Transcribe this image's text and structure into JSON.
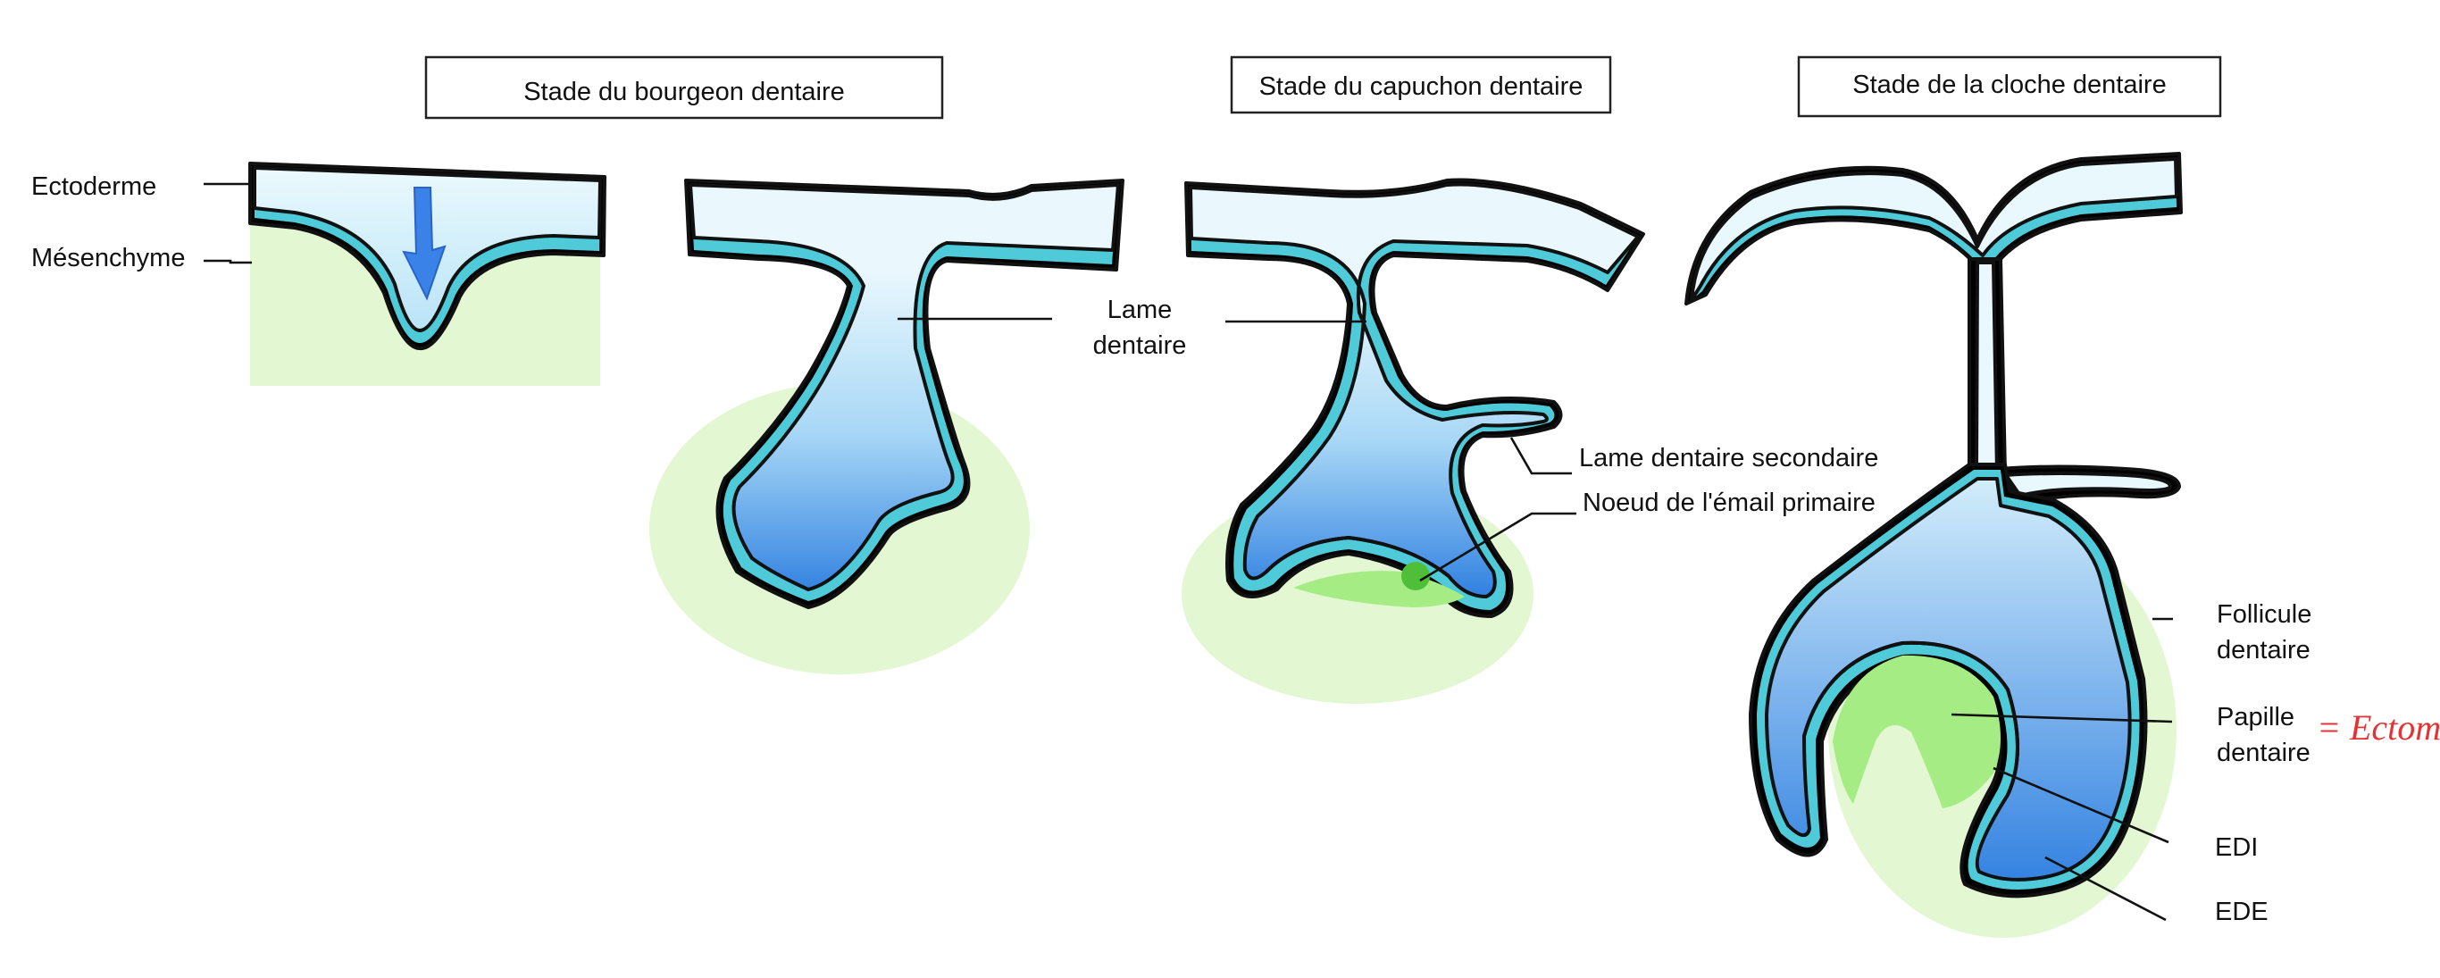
{
  "titles": {
    "bud": "Stade du bourgeon dentaire",
    "cap": "Stade du capuchon dentaire",
    "bell": "Stade de la cloche dentaire"
  },
  "labels": {
    "ectoderme": "Ectoderme",
    "mesenchyme": "Mésenchyme",
    "lame_line1": "Lame",
    "lame_line2": "dentaire",
    "lame_secondaire": "Lame dentaire secondaire",
    "noeud": "Noeud de l'émail primaire",
    "follicule_line1": "Follicule",
    "follicule_line2": "dentaire",
    "papille_line1": "Papille",
    "papille_line2": "dentaire",
    "edi": "EDI",
    "ede": "EDE"
  },
  "annotation": {
    "handwritten": "= Ectomés"
  },
  "colors": {
    "ectoderm_light": "#e8f8fd",
    "ectoderm_dark": "#2e7fe0",
    "epithelium_cyan": "#4ecad9",
    "mesenchyme": "#e3f7d3",
    "papilla": "#a6ec84",
    "enamel_knot": "#4fbf3a",
    "arrow": "#3a82e8",
    "handwriting": "#e53333"
  }
}
